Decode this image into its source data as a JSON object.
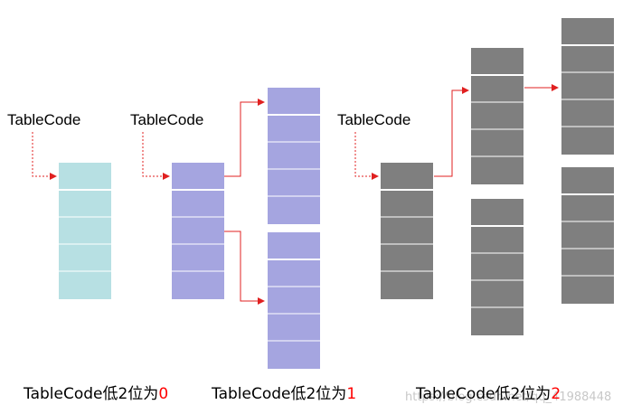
{
  "labels": {
    "tablecode_1": "TableCode",
    "tablecode_2": "TableCode",
    "tablecode_3": "TableCode"
  },
  "captions": [
    {
      "prefix": "TableCode低2位为",
      "digit": "0"
    },
    {
      "prefix": "TableCode低2位为",
      "digit": "1"
    },
    {
      "prefix": "TableCode低2位为",
      "digit": "2"
    }
  ],
  "watermark": "https://blog.csdn.net/qq_41988448",
  "colors": {
    "level0_table": "#b7e0e3",
    "level1_table": "#a5a5e0",
    "level2_table": "#7f7f7f",
    "arrow": "#e02020",
    "row_divider": "#ffffff",
    "caption_digit": "#ff0000"
  }
}
